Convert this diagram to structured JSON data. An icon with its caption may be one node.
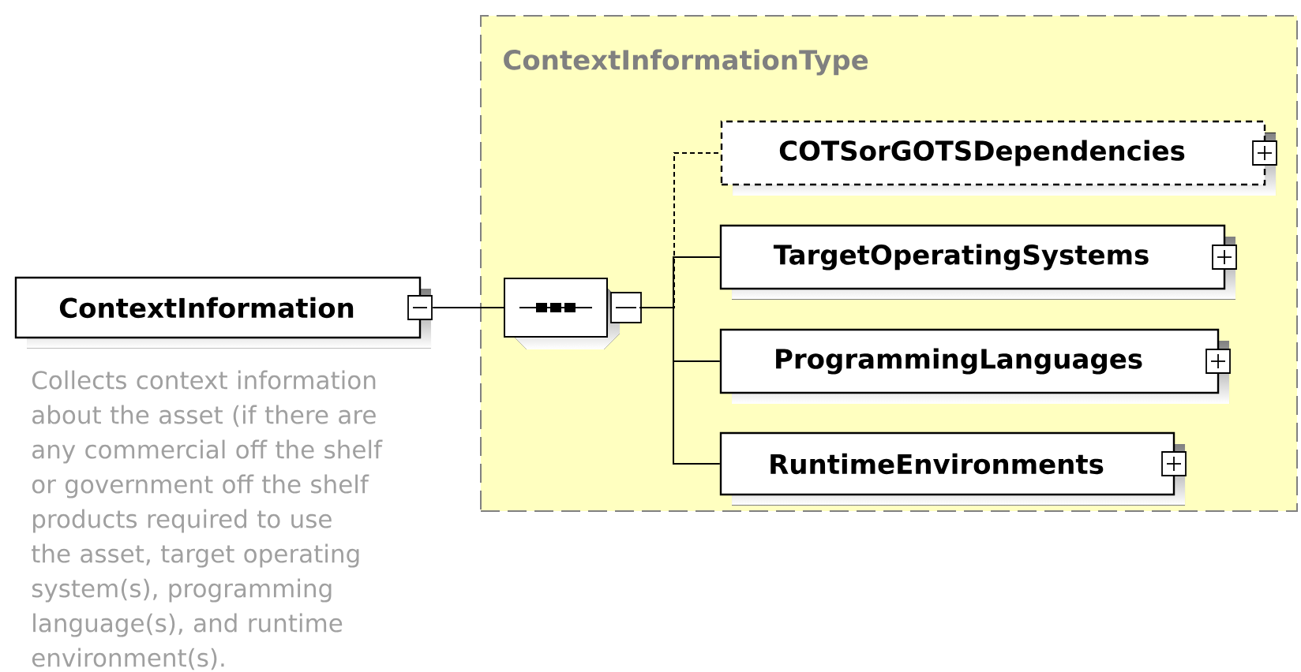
{
  "diagram": {
    "nodes": [
      {
        "text": [
          "ContextInformation"
        ],
        "beside": [
          "Collects context information about the asset (if there are any commercial off the shelf or government off the shelf products required to use the asset, target operating system(s), programming language(s), and runtime environment(s)."
        ]
      },
      {
        "text": [
          "ContextInformationType"
        ]
      },
      {
        "text": [],
        "shape": "octagon",
        "in": 1
      },
      {
        "text": [
          "COTSorGOTSDependencies"
        ],
        "in": 1
      },
      {
        "text": [
          "TargetOperatingSystems"
        ],
        "in": 1
      },
      {
        "text": [
          "ProgrammingLanguages"
        ],
        "in": 1
      },
      {
        "text": [
          "RuntimeEnvironments"
        ],
        "in": 1
      }
    ],
    "edges": [
      {
        "from": 0,
        "to": 2,
        "arrow": "none"
      },
      {
        "from": 2,
        "to": 3,
        "arrow": "none",
        "style": "dashed"
      },
      {
        "from": 2,
        "to": 4,
        "arrow": "none"
      },
      {
        "from": 2,
        "to": 5,
        "arrow": "none"
      },
      {
        "from": 2,
        "to": 6,
        "arrow": "none"
      }
    ]
  }
}
